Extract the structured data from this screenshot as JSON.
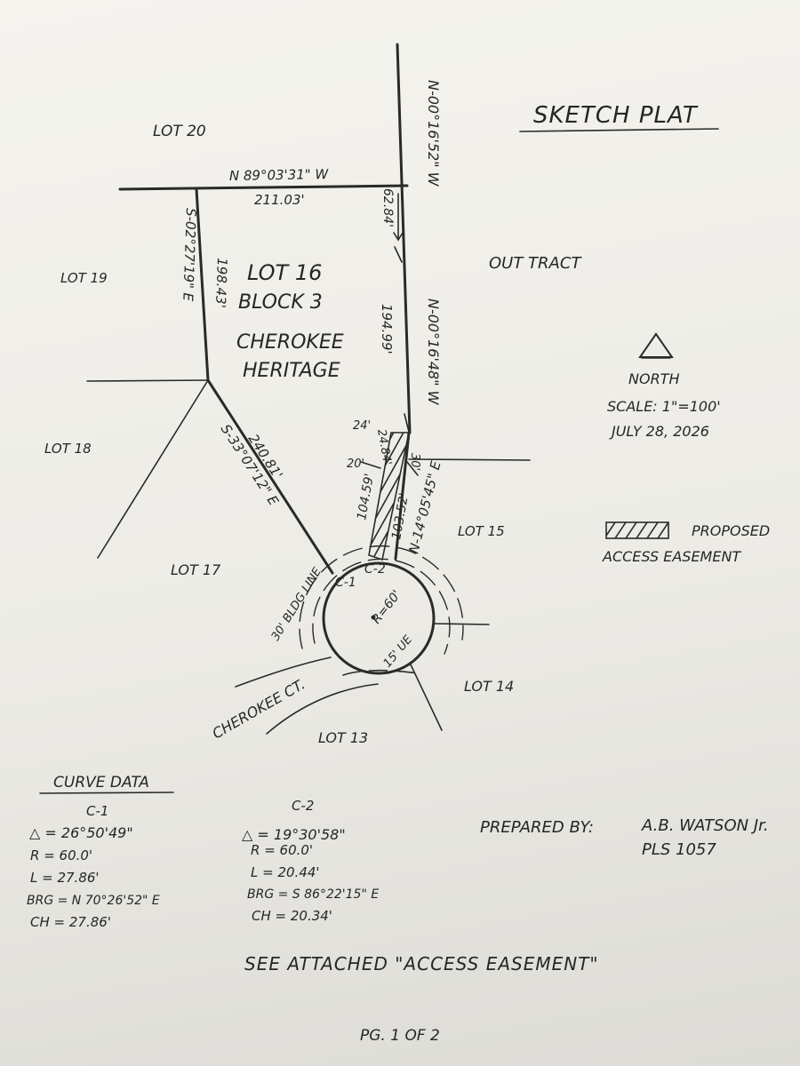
{
  "title": "SKETCH PLAT",
  "lots": {
    "lot20": "LOT 20",
    "lot19": "LOT 19",
    "lot18": "LOT 18",
    "lot17": "LOT 17",
    "lot15": "LOT 15",
    "lot14": "LOT 14",
    "lot13": "LOT 13",
    "out_tract": "OUT TRACT"
  },
  "subject": {
    "line1": "LOT 16",
    "line2": "BLOCK 3",
    "line3": "CHEROKEE",
    "line4": "HERITAGE"
  },
  "bearings": {
    "north_line": "N 89°03'31\" W",
    "north_dist": "211.03'",
    "east_top_bearing": "N-00°16'52\" W",
    "east_top_dist": "62.84'",
    "east_bearing": "N-00°16'48\" W",
    "east_dist": "194.99'",
    "west_bearing": "S-02°27'19\" E",
    "west_dist": "198.43'",
    "sw_bearing": "S-33°07'12\" E",
    "sw_dist": "240.81'",
    "ease_w_dist": "104.59'",
    "ease_e_dist": "103.52'",
    "ease_e_bearing": "N-14°05'45\" E",
    "ease_top_dist": "24.84'"
  },
  "dims": {
    "d24": "24'",
    "d30": "30'",
    "d20": "20'"
  },
  "curve_labels": {
    "c1": "C-1",
    "c2": "C-2",
    "radius": "R=60'",
    "bldg_line": "30' BLDG LINE",
    "ue": "15' UE",
    "street": "CHEROKEE CT."
  },
  "legend": {
    "north": "NORTH",
    "scale": "SCALE: 1\"=100'",
    "date": "JULY 28, 2026",
    "proposed": "PROPOSED",
    "access_easement": "ACCESS EASEMENT"
  },
  "curve_data": {
    "heading": "CURVE DATA",
    "c1": {
      "name": "C-1",
      "delta": "△ = 26°50'49\"",
      "radius": "R = 60.0'",
      "length": "L = 27.86'",
      "bearing": "BRG = N 70°26'52\" E",
      "chord": "CH = 27.86'"
    },
    "c2": {
      "name": "C-2",
      "delta": "△ = 19°30'58\"",
      "radius": "R = 60.0'",
      "length": "L = 20.44'",
      "bearing": "BRG = S 86°22'15\" E",
      "chord": "CH = 20.34'"
    }
  },
  "prepared": {
    "label": "PREPARED BY:",
    "name": "A.B. WATSON Jr.",
    "license": "PLS 1057"
  },
  "note": "SEE ATTACHED \"ACCESS EASEMENT\"",
  "page": "PG. 1 OF 2"
}
